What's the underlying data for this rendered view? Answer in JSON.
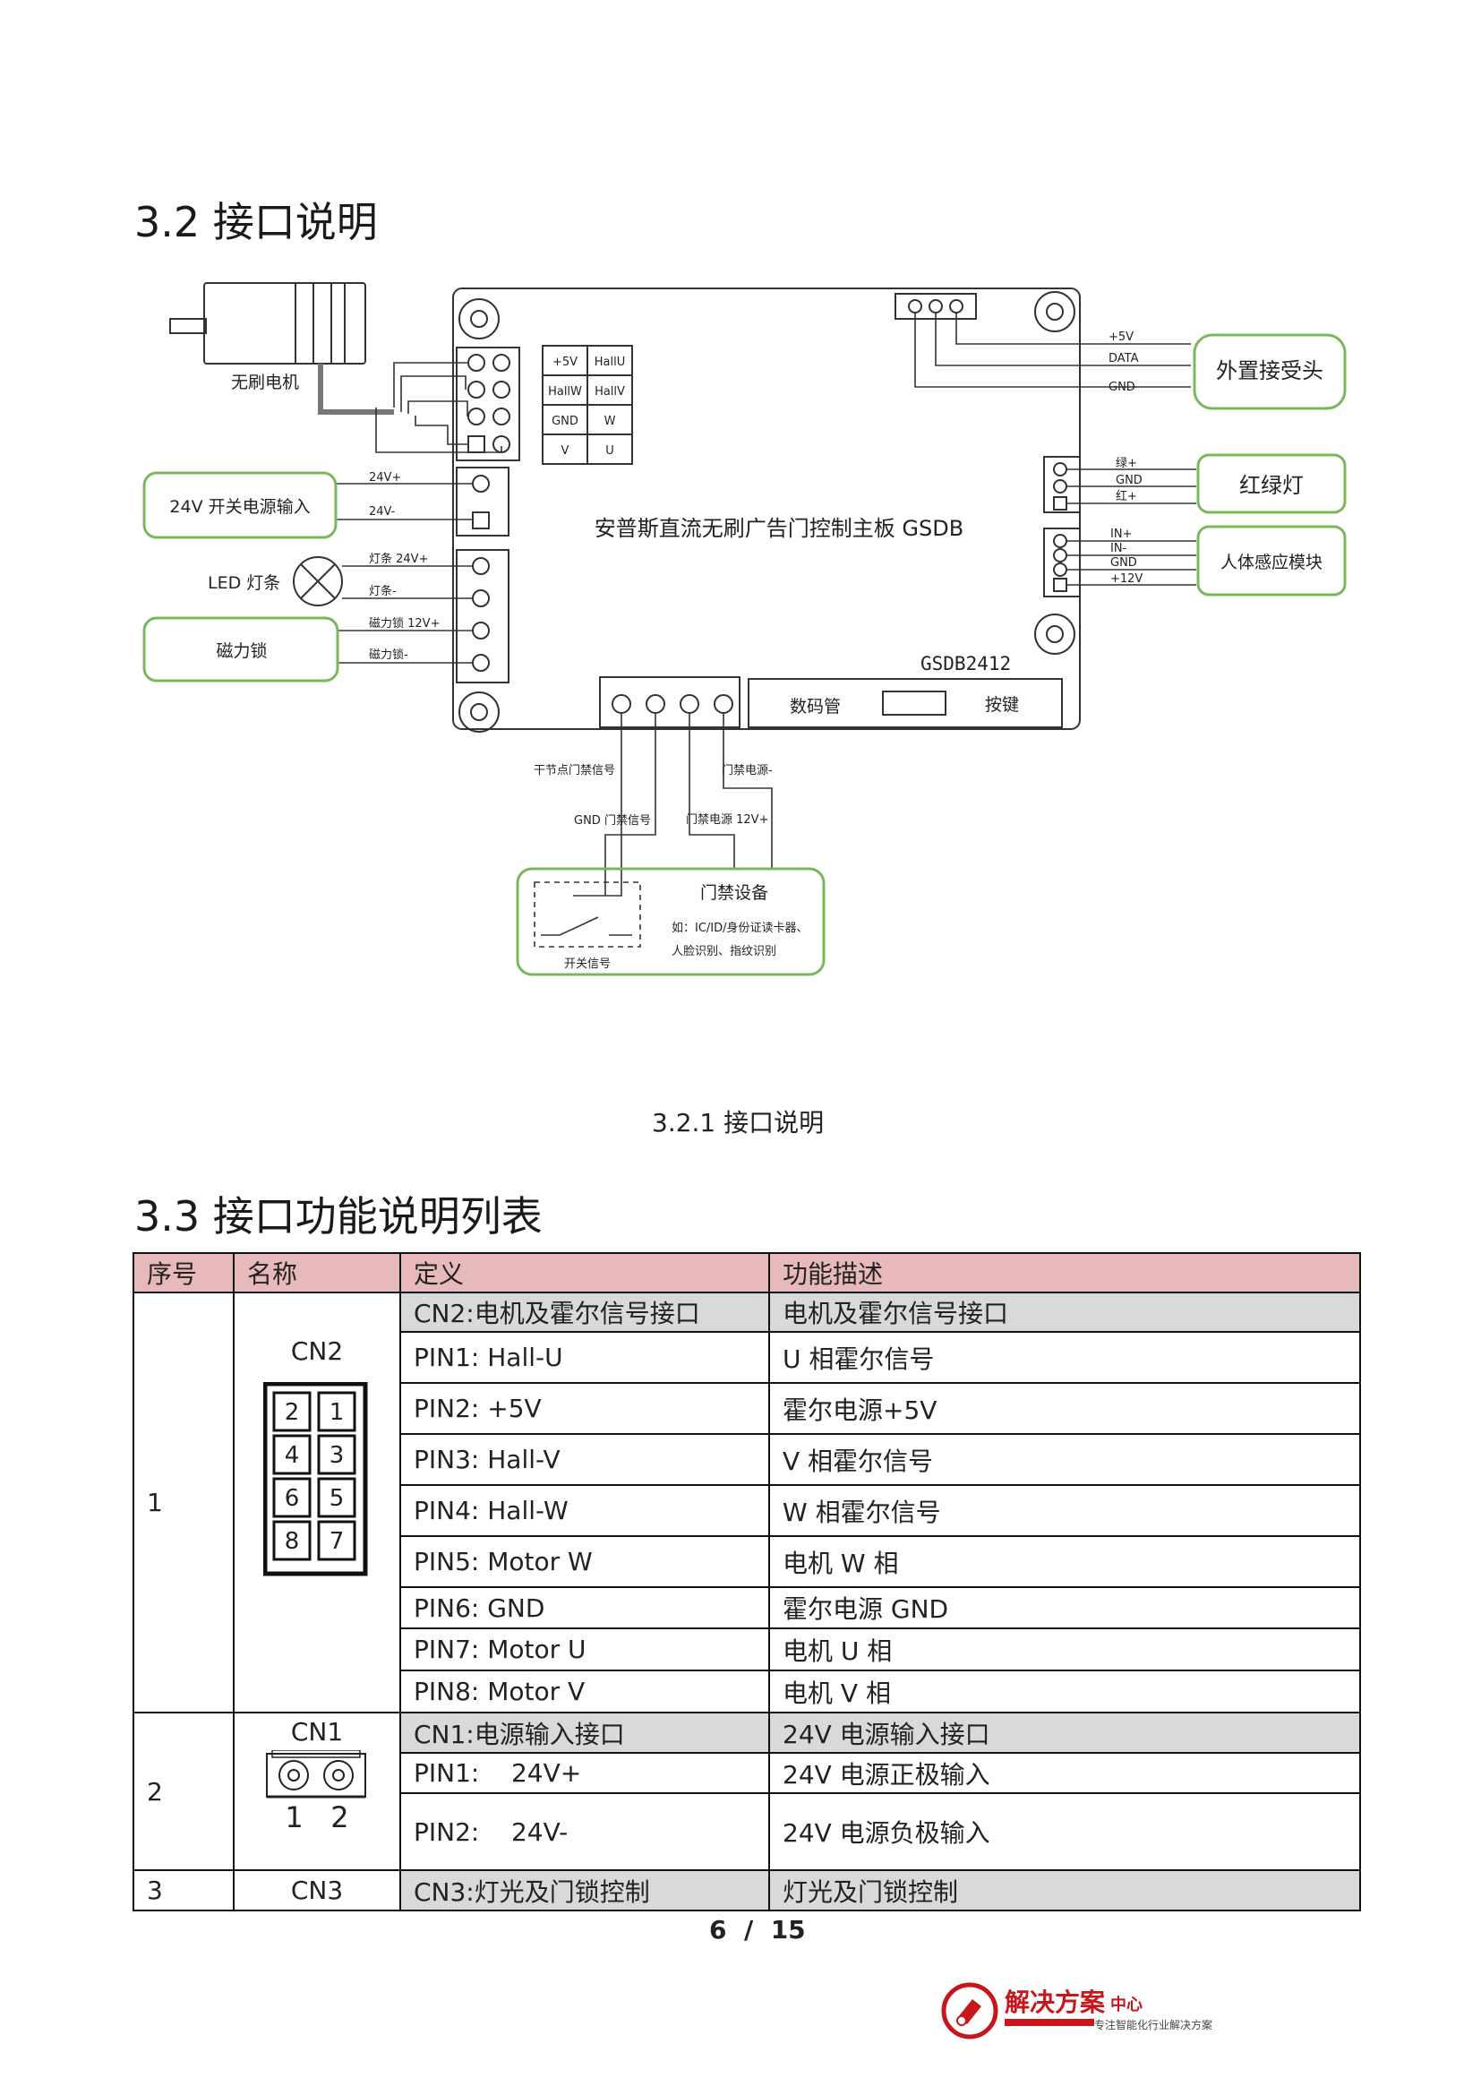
{
  "section_32_title": "3.2  接口说明",
  "diagram": {
    "motor": "无刷电机",
    "power_in": "24V 开关电源输入",
    "led_strip": "LED 灯条",
    "mag_lock": "磁力锁",
    "ext_receiver": "外置接受头",
    "rg_light": "红绿灯",
    "body_sensor": "人体感应模块",
    "board_title": "安普斯直流无刷广告门控制主板 GSDB",
    "model": "GSDB2412",
    "digit_tube": "数码管",
    "key": "按键",
    "access_device": "门禁设备",
    "access_note1": "如：IC/ID/身份证读卡器、",
    "access_note2": "人脸识别、指纹识别",
    "switch_signal": "开关信号",
    "dry_contact": "干节点门禁信号",
    "gnd_access": "GND 门禁信号",
    "access_pwr_neg": "门禁电源-",
    "access_pwr_pos": "门禁电源 12V+",
    "hall_grid": [
      "+5V",
      "HallU",
      "HallW",
      "HallV",
      "GND",
      "W",
      "V",
      "U"
    ],
    "pw_pos": "24V+",
    "pw_neg": "24V-",
    "led_pos": "灯条 24V+",
    "led_neg": "灯条-",
    "lock_pos": "磁力锁 12V+",
    "lock_neg": "磁力锁-",
    "rx_5v": "+5V",
    "rx_data": "DATA",
    "rx_gnd": "GND",
    "rg_green": "绿+",
    "rg_gnd": "GND",
    "rg_red": "红+",
    "s_in_pos": "IN+",
    "s_in_neg": "IN-",
    "s_gnd": "GND",
    "s_12v": "+12V"
  },
  "caption_321": "3.2.1    接口说明",
  "section_33_title": "3.3 接口功能说明列表",
  "table": {
    "headers": [
      "序号",
      "名称",
      "定义",
      "功能描述"
    ],
    "g1": {
      "no": "1",
      "name": "CN2",
      "pins_odd": [
        "1",
        "3",
        "5",
        "7"
      ],
      "pins_even": [
        "2",
        "4",
        "6",
        "8"
      ],
      "rows": [
        [
          "CN2:电机及霍尔信号接口",
          "电机及霍尔信号接口"
        ],
        [
          "PIN1: Hall-U",
          "U 相霍尔信号"
        ],
        [
          "PIN2: +5V",
          "霍尔电源+5V"
        ],
        [
          "PIN3: Hall-V",
          "V 相霍尔信号"
        ],
        [
          "PIN4: Hall-W",
          "W 相霍尔信号"
        ],
        [
          "PIN5: Motor W",
          "电机 W 相"
        ],
        [
          "PIN6: GND",
          "霍尔电源 GND"
        ],
        [
          "PIN7: Motor U",
          "电机 U 相"
        ],
        [
          "PIN8: Motor V",
          "电机 V 相"
        ]
      ]
    },
    "g2": {
      "no": "2",
      "name": "CN1",
      "pins": "1   2",
      "rows": [
        [
          "CN1:电源输入接口",
          "24V 电源输入接口"
        ],
        [
          "PIN1:    24V+",
          "24V 电源正极输入"
        ],
        [
          "PIN2:    24V-",
          "24V 电源负极输入"
        ]
      ]
    },
    "g3": {
      "no": "3",
      "name": "CN3",
      "rows": [
        [
          "CN3:灯光及门锁控制",
          "灯光及门锁控制"
        ]
      ]
    }
  },
  "pager": "6  /  15",
  "logo": {
    "name": "解决方案",
    "suffix": "中心",
    "tagline": "专注智能化行业解决方案"
  },
  "colors": {
    "green_box": "#78b85a",
    "header_bg": "#e8b9bb",
    "group_bg": "#d9d9d9",
    "logo_red": "#c8161d"
  }
}
